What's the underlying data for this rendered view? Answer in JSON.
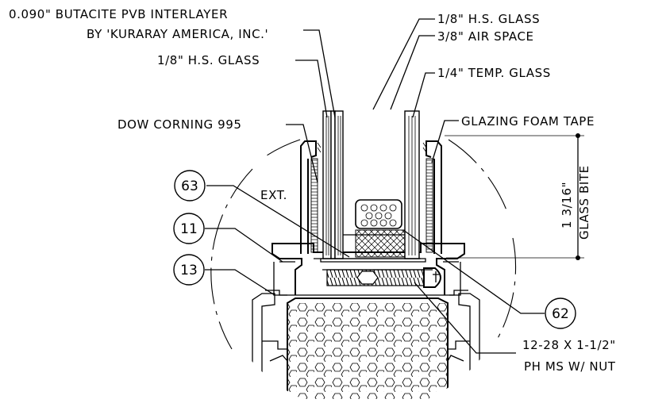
{
  "labels": {
    "interlayer_line1": "0.090\" BUTACITE PVB INTERLAYER",
    "interlayer_line2": "BY 'KURARAY AMERICA, INC.'",
    "hs_glass_left": "1/8\" H.S. GLASS",
    "hs_glass_top": "1/8\" H.S. GLASS",
    "air_space": "3/8\" AIR SPACE",
    "temp_glass": "1/4\" TEMP. GLASS",
    "sealant": "DOW CORNING 995",
    "foam_tape": "GLAZING FOAM TAPE",
    "exterior": "EXT.",
    "dimension": "1 3/16\"",
    "glass_bite": "GLASS BITE",
    "screw_line1": "12-28 X 1-1/2\"",
    "screw_line2": "PH MS W/ NUT"
  },
  "tags": {
    "tag_63": "63",
    "tag_11": "11",
    "tag_13": "13",
    "tag_62": "62"
  }
}
